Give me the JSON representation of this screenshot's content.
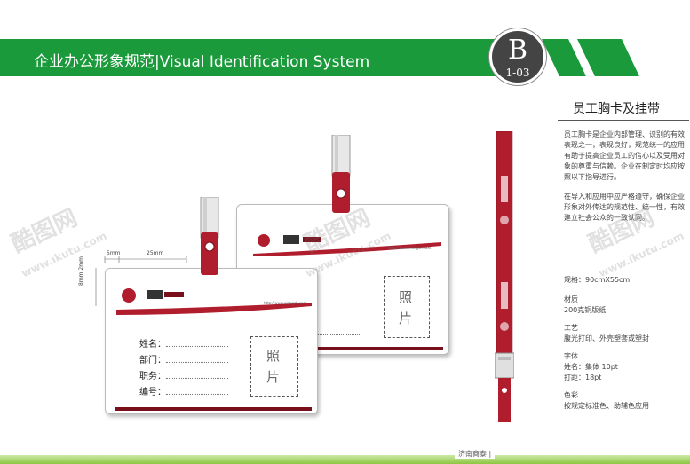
{
  "header": {
    "title": "企业办公形象规范|Visual Identification System",
    "badge_letter": "B",
    "badge_code": "1-03",
    "colors": {
      "banner": "#1a9a3a",
      "banner_dark": "#117a2c",
      "badge": "#444444"
    }
  },
  "section": {
    "title": "员工胸卡及挂带",
    "description": [
      "员工胸卡是企业内部管理、识别的有效表现之一，表现良好，规范统一的应用有助于提高企业员工的信心以及受用对象的尊重与信赖。企业在制定时均应按照以下指导进行。",
      "在导入和应用中应严格遵守，确保企业形象对外传达的规范性、统一性，有效建立社会公众的一致认同。"
    ],
    "specs": [
      {
        "label": "规格",
        "value": "规格：90cmX55cm"
      },
      {
        "label": "材质",
        "value": "200克铜版纸"
      },
      {
        "label": "工艺",
        "value": "腹光打印、外壳塑套或塑封"
      },
      {
        "label": "字体",
        "value": "姓名：集体 10pt",
        "extra": "打距：18pt"
      },
      {
        "label": "色彩",
        "value": "按规定标准色、助辅色应用"
      }
    ]
  },
  "card": {
    "fields": [
      "姓名：",
      "部门：",
      "职务：",
      "编号："
    ],
    "photo_chars": [
      "照",
      "片"
    ],
    "url": "http://www.xiangsh.com",
    "colors": {
      "red": "#b01e2e",
      "dark_red": "#7a0f1c"
    }
  },
  "dimensions": {
    "width_label": "25mm",
    "left_label": "5mm",
    "side_label": "8mm 2mm"
  },
  "footer": {
    "text": "济南商泰 |"
  },
  "watermark": {
    "brand": "酷图网",
    "url": "www.ikutu.com"
  }
}
